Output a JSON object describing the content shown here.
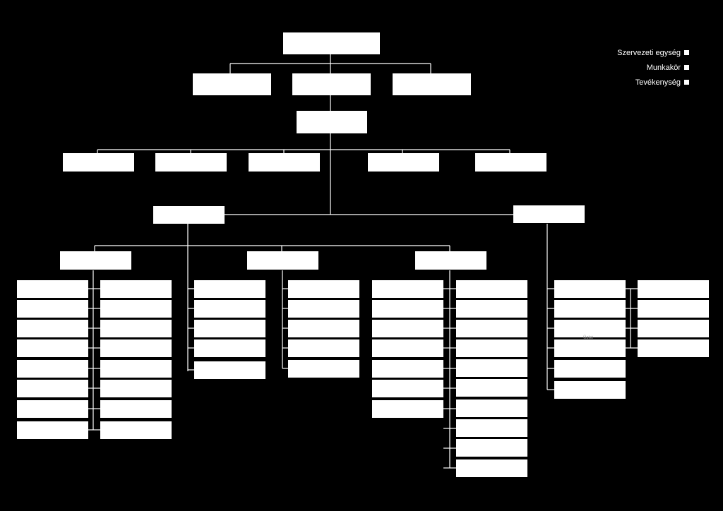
{
  "legend": {
    "items": [
      {
        "label": "Szervezeti egység"
      },
      {
        "label": "Munkakör"
      },
      {
        "label": "Tevékenység"
      }
    ]
  },
  "diagram": {
    "box_fill": "#ffffff",
    "line_color": "#ffffff",
    "background": "#000000",
    "small_label": "Üzlet"
  }
}
